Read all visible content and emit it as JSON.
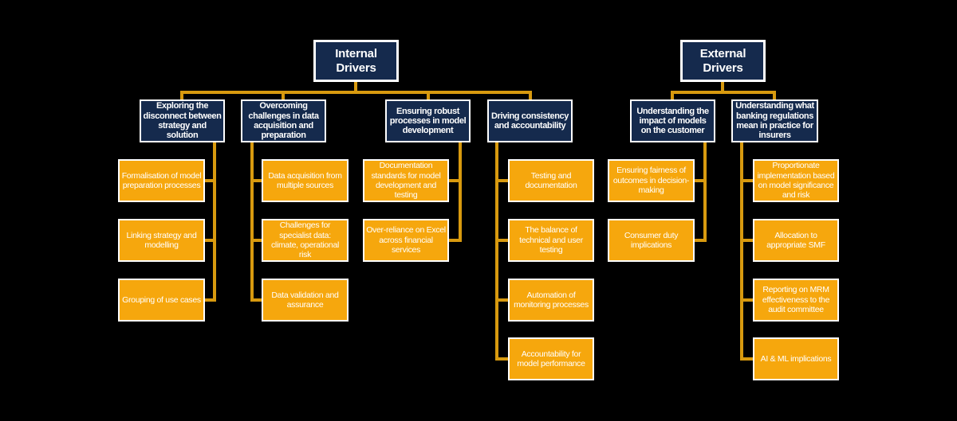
{
  "colors": {
    "background": "#000000",
    "navy": "#152A4D",
    "orange": "#F6A70D",
    "line": "#D89A0F",
    "border": "#FFFFFF",
    "text": "#FFFFFF"
  },
  "roots": {
    "internal": {
      "label": "Internal Drivers"
    },
    "external": {
      "label": "External Drivers"
    }
  },
  "columns": [
    {
      "parent": "internal",
      "category": "Exploring the disconnect between strategy and solution",
      "leaves": [
        "Formalisation of model preparation processes",
        "Linking strategy and modelling",
        "Grouping of use cases"
      ]
    },
    {
      "parent": "internal",
      "category": "Overcoming challenges in data acquisition and preparation",
      "leaves": [
        "Data acquisition from multiple sources",
        "Challenges for specialist data: climate, operational risk",
        "Data validation and assurance"
      ]
    },
    {
      "parent": "internal",
      "category": "Ensuring robust processes in model development",
      "leaves": [
        "Documentation standards for model development and testing",
        "Over-reliance on Excel across financial services"
      ]
    },
    {
      "parent": "internal",
      "category": "Driving consistency and accountability",
      "leaves": [
        "Testing and documentation",
        "The balance of technical and user testing",
        "Automation of monitoring processes",
        "Accountability for model performance"
      ]
    },
    {
      "parent": "external",
      "category": "Understanding the impact of models on the customer",
      "leaves": [
        "Ensuring fairness of outcomes in decision-making",
        "Consumer duty implications"
      ]
    },
    {
      "parent": "external",
      "category": "Understanding what banking regulations mean in practice for insurers",
      "leaves": [
        "Proportionate implementation based on model significance and risk",
        "Allocation to appropriate SMF",
        "Reporting on MRM effectiveness to the audit committee",
        "AI & ML implications"
      ]
    }
  ]
}
